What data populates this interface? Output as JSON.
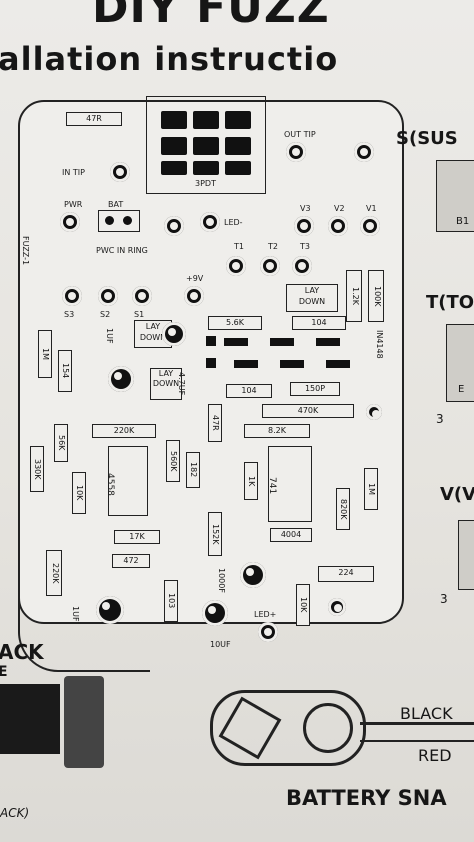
{
  "header": {
    "title": "DIY FUZZ",
    "subtitle": "allation instructio"
  },
  "board": {
    "switch_label": "3PDT",
    "labels": {
      "in_tip": "IN TIP",
      "out_tip": "OUT TIP",
      "pwr": "PWR",
      "bat": "BAT",
      "led_minus": "LED-",
      "pwc_in_ring": "PWC\nIN RING",
      "v3": "V3",
      "v2": "V2",
      "v1": "V1",
      "t1": "T1",
      "t2": "T2",
      "t3": "T3",
      "plus9v": "+9V",
      "s3": "S3",
      "s2": "S2",
      "s1": "S1",
      "fuzz1": "FUZZ-1",
      "lay_down_1": "LAY\nDOWN",
      "lay_down_2": "LAY\nDOWN",
      "lay_down_3": "LAY\nDOWN",
      "led_plus": "LED+",
      "in4148": "IN4148"
    },
    "components": {
      "r47r_top": "47R",
      "c1uf_a": "1UF",
      "r1m_a": "1M",
      "c154": "154",
      "r5_6k": "5.6K",
      "c104_a": "104",
      "r1_2k": "1.2K",
      "r100k": "100K",
      "c4_7uf": "4.7UF",
      "c104_b": "104",
      "r150p": "150P",
      "r470k": "470K",
      "r220k_a": "220K",
      "r56k": "56K",
      "r330k": "330K",
      "r10k_a": "10K",
      "ic4558": "4558",
      "r560k": "560K",
      "r47r_b": "47R",
      "r8_2k": "8.2K",
      "r1k": "1K",
      "r182": "182",
      "r152k": "152K",
      "ic741": "741",
      "r820k": "820K",
      "r1m_b": "1M",
      "c4004": "4004",
      "r17k": "17K",
      "c472": "472",
      "r220k_b": "220K",
      "c1000f": "1000F",
      "r10k_b": "10K",
      "c224": "224",
      "c1uf_b": "1UF",
      "r103": "103",
      "c10uf": "10UF"
    }
  },
  "side": {
    "s": "S(SUS",
    "b1": "B1",
    "t": "T(TO",
    "e": "E",
    "v": "V(V",
    "n3a": "3",
    "n3b": "3"
  },
  "bottom": {
    "black_left": "ACK",
    "e_left": "E",
    "black": "BLACK",
    "red": "RED",
    "snap": "BATTERY SNA",
    "ack_bottom": "ACK)"
  }
}
